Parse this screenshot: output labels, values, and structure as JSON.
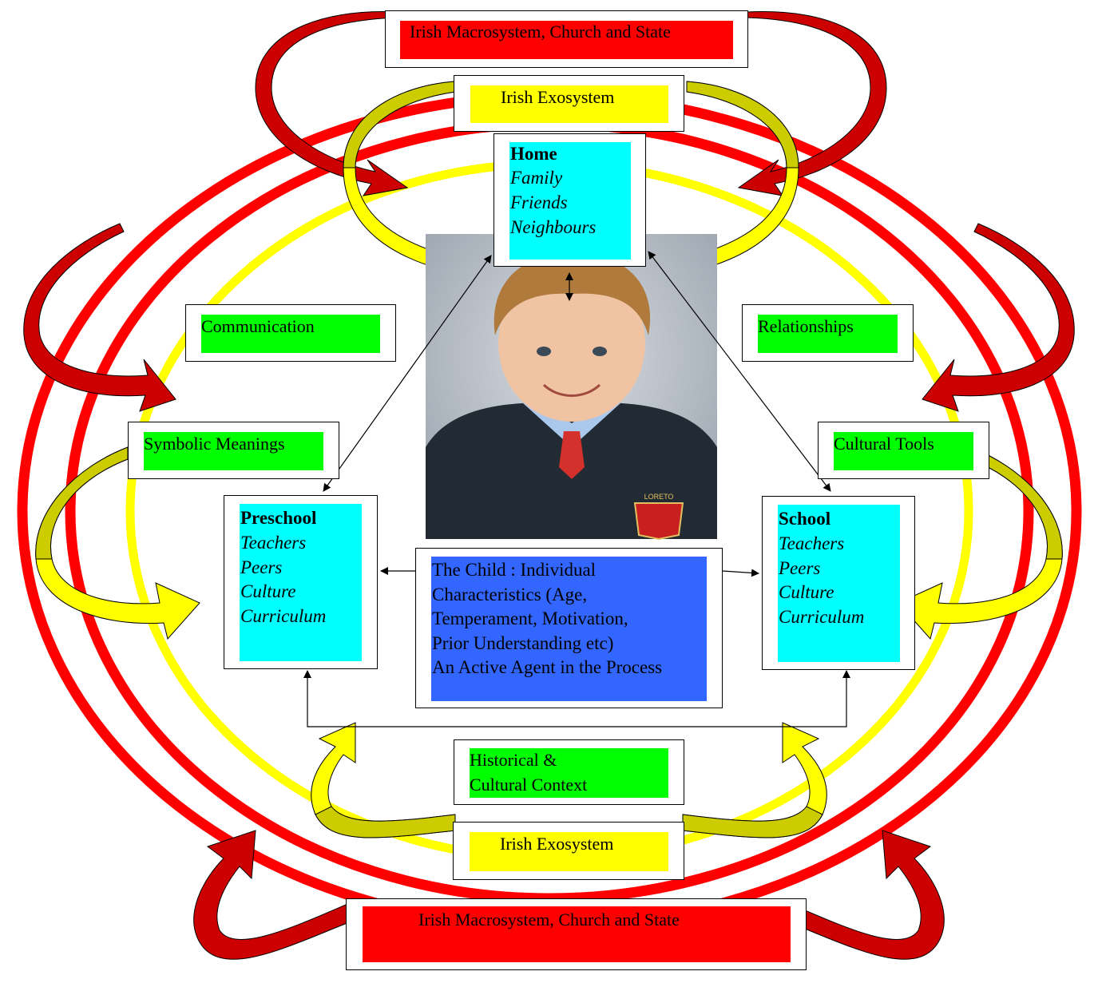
{
  "macro_label": "Irish Macrosystem, Church and State",
  "exo_label": "Irish Exosystem",
  "home": {
    "heading": "Home",
    "items": [
      "Family",
      "Friends",
      "Neighbours"
    ]
  },
  "preschool": {
    "heading": "Preschool",
    "items": [
      "Teachers",
      "Peers",
      "Culture",
      "Curriculum"
    ]
  },
  "school": {
    "heading": "School",
    "items": [
      "Teachers",
      "Peers",
      "Culture",
      "Curriculum"
    ]
  },
  "concepts": {
    "communication": "Communication",
    "relationships": "Relationships",
    "symbolic": "Symbolic Meanings",
    "tools": "Cultural Tools",
    "historical_line1": "Historical &",
    "historical_line2": "Cultural Context"
  },
  "child": {
    "lines": [
      "The Child : Individual",
      "Characteristics (Age,",
      "Temperament, Motivation,",
      "Prior Understanding etc)",
      "An Active Agent in the Process"
    ]
  },
  "photo": {
    "badge_text": "LORETO"
  },
  "colors": {
    "macro": "#ff0000",
    "macro_dark": "#cc0000",
    "exo": "#ffff00",
    "exo_dark": "#cccc00",
    "concept": "#00ff00",
    "micro": "#00ffff",
    "child": "#3366ff"
  }
}
